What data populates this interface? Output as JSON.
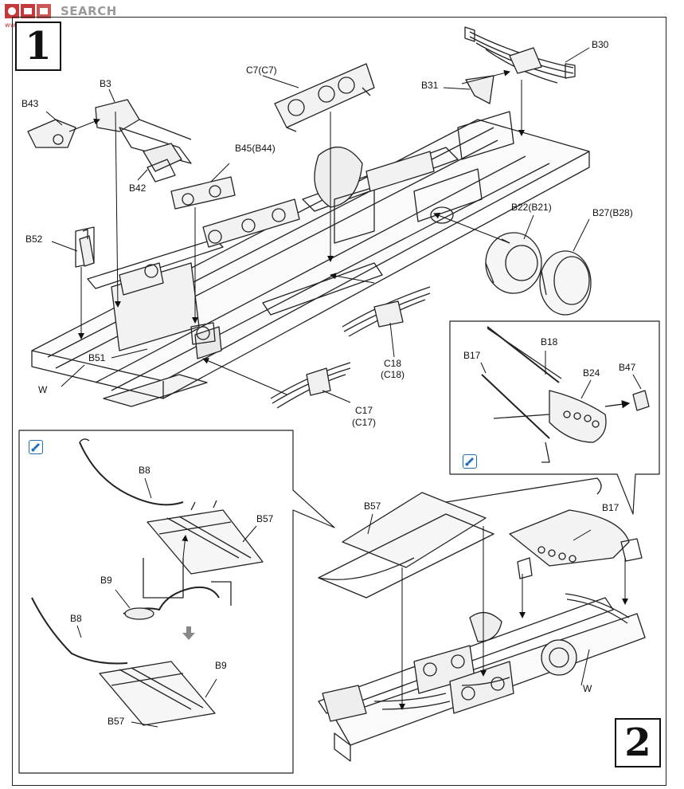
{
  "watermark": {
    "brand": "SEARCH",
    "sub": "www.hasbb.com"
  },
  "steps": {
    "one": "1",
    "two": "2"
  },
  "labels": {
    "b30": "B30",
    "b31": "B31",
    "c7": "C7(C7)",
    "b3": "B3",
    "b43": "B43",
    "b42": "B42",
    "b45": "B45(B44)",
    "b52": "B52",
    "b22": "B22(B21)",
    "b27": "B27(B28)",
    "b51": "B51",
    "w1": "W",
    "c18a": "C18",
    "c18b": "(C18)",
    "c17a": "C17",
    "c17b": "(C17)",
    "b18": "B18",
    "b17a": "B17",
    "b24": "B24",
    "b47": "B47",
    "b8a": "B8",
    "b57a": "B57",
    "b9a": "B9",
    "b8b": "B8",
    "b9b": "B9",
    "b57b": "B57",
    "b57c": "B57",
    "b17b": "B17",
    "w2": "W"
  },
  "colors": {
    "ink": "#1a1a1a",
    "info": "#1e6fb5",
    "watermark": "#9a9a9a"
  },
  "icons": {
    "info_badge": "paint-brush-info-icon",
    "down_arrow": "down-arrow-icon"
  }
}
